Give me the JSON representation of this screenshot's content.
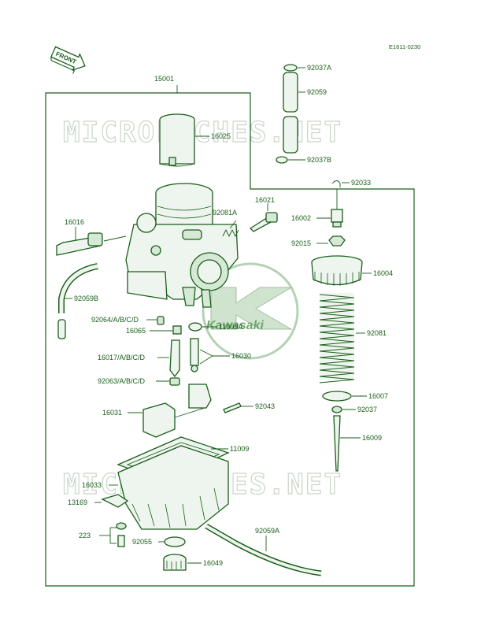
{
  "diagram_code": "E1611-0230",
  "front_label": "FRONT",
  "watermark_top": "MICROFICHES.NET",
  "watermark_bottom": "MICROFICHES.NET",
  "logo_text": "Kawasaki",
  "colors": {
    "ink": "#1a5e1a",
    "paper": "#ffffff",
    "watermark": "#c9d6c9"
  },
  "parts": {
    "p15001": "15001",
    "p16025": "16025",
    "p92037a": "92037A",
    "p92059": "92059",
    "p92037b": "92037B",
    "p92033": "92033",
    "p16021": "16021",
    "p92081a": "92081A",
    "p16002": "16002",
    "p16016": "16016",
    "p92015": "92015",
    "p16004": "16004",
    "p92059b": "92059B",
    "p92064": "92064/A/B/C/D",
    "p16065": "16065",
    "p11009a": "11009A",
    "p92081": "92081",
    "p16017": "16017/A/B/C/D",
    "p16030": "16030",
    "p92063": "92063/A/B/C/D",
    "p16007": "16007",
    "p92037": "92037",
    "p16031": "16031",
    "p92043": "92043",
    "p16009": "16009",
    "p11009": "11009",
    "p16033": "16033",
    "p13169": "13169",
    "p223": "223",
    "p92055": "92055",
    "p92059a": "92059A",
    "p16049": "16049"
  }
}
